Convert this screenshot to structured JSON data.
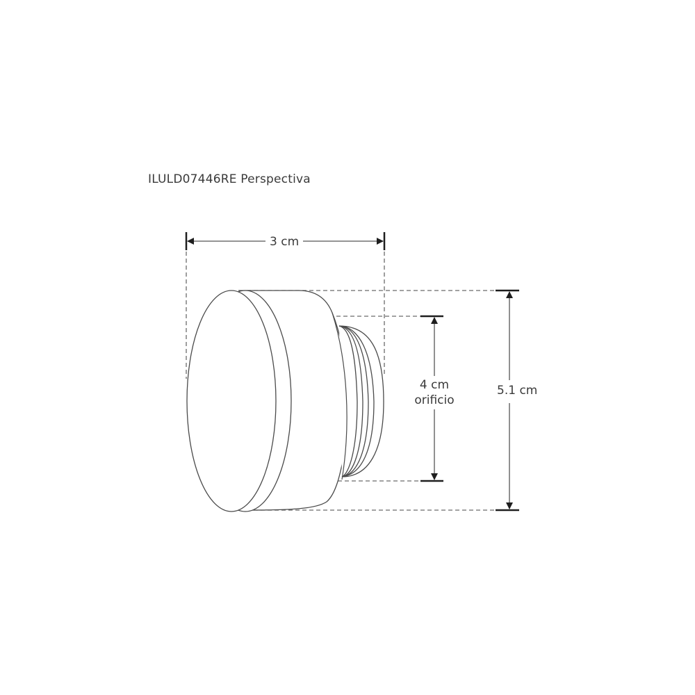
{
  "title": "ILULD07446RE Perspectiva",
  "dimensions": {
    "width": {
      "value": "3 cm"
    },
    "orifice": {
      "value": "4 cm",
      "note": "orificio"
    },
    "height": {
      "value": "5.1 cm"
    }
  },
  "colors": {
    "line": "#4a4a4a",
    "dashed": "#6b6b6b",
    "arrow": "#1e1e1e",
    "background": "#ffffff"
  }
}
